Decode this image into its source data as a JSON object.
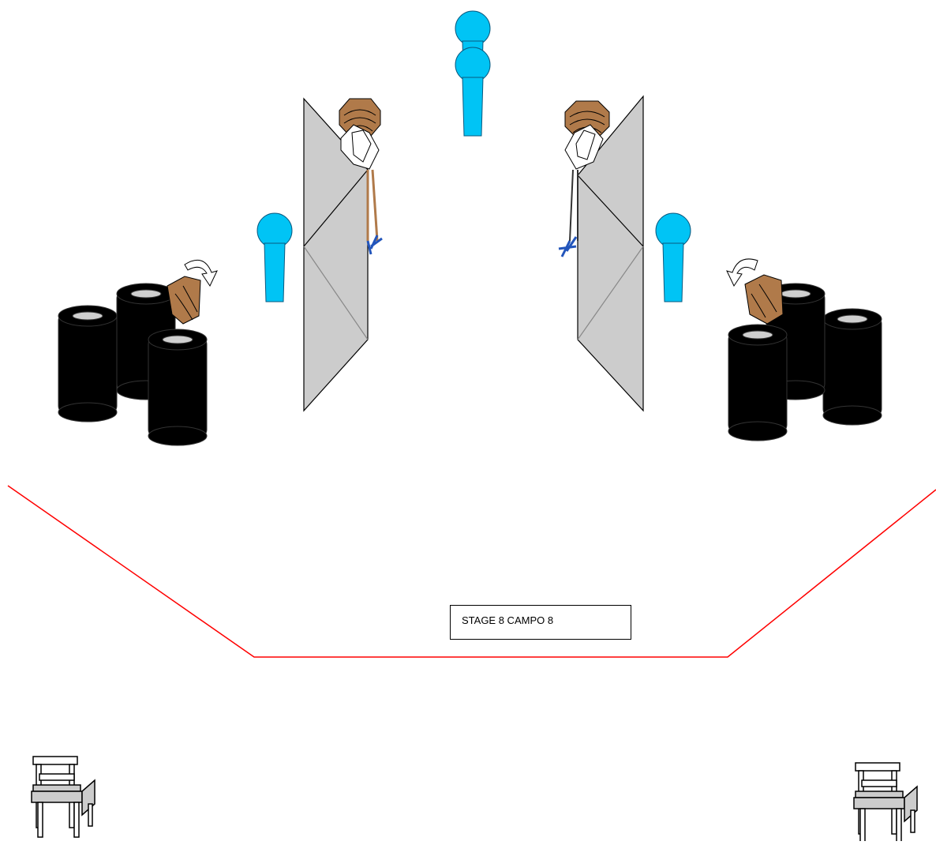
{
  "label": "STAGE 8 CAMPO 8",
  "colors": {
    "target": "#00c4f5",
    "barrel": "#000000",
    "wall": "#c8c8c8",
    "noshoot_brown": "#b07a4a",
    "fault_line": "#ff0000"
  },
  "elements": {
    "targets": [
      "paper-target",
      "paper-target",
      "paper-target",
      "paper-target"
    ],
    "popper_icons": [
      "popper-target",
      "popper-target",
      "popper-target",
      "popper-target"
    ],
    "walls": [
      "wall-panel",
      "wall-panel"
    ],
    "barrel_stacks": [
      "barrel-stack",
      "barrel-stack"
    ],
    "chairs": [
      "chair",
      "chair"
    ]
  }
}
